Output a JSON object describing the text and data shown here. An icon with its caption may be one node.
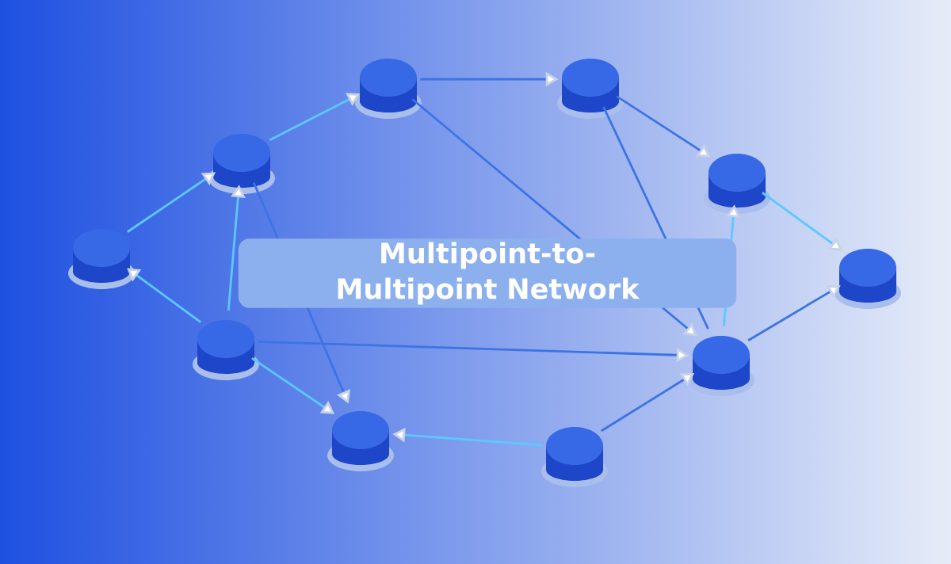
{
  "diagram": {
    "title": "Multipoint-to-Multipoint Network",
    "nodes": [
      {
        "text": [],
        "shape": "cylinder"
      },
      {
        "text": [],
        "shape": "cylinder"
      },
      {
        "text": [],
        "shape": "cylinder"
      },
      {
        "text": [],
        "shape": "cylinder"
      },
      {
        "text": [],
        "shape": "cylinder"
      },
      {
        "text": [],
        "shape": "cylinder"
      },
      {
        "text": [],
        "shape": "cylinder"
      },
      {
        "text": [],
        "shape": "cylinder"
      },
      {
        "text": [],
        "shape": "cylinder"
      },
      {
        "text": [],
        "shape": "cylinder"
      }
    ],
    "edges": [
      {
        "from": 0,
        "to": 1,
        "arrow": "to"
      },
      {
        "from": 2,
        "to": 0,
        "arrow": "to",
        "color": "#5cc8ff"
      },
      {
        "from": 1,
        "to": 3,
        "arrow": "to"
      },
      {
        "from": 4,
        "to": 2,
        "arrow": "to",
        "color": "#5cc8ff"
      },
      {
        "from": 3,
        "to": 5,
        "arrow": "to",
        "color": "#5cc8ff"
      },
      {
        "from": 0,
        "to": 7,
        "arrow": "to"
      },
      {
        "from": 1,
        "to": 7,
        "arrow": "none"
      },
      {
        "from": 7,
        "to": 3,
        "arrow": "to",
        "color": "#5cc8ff"
      },
      {
        "from": 7,
        "to": 5,
        "arrow": "to"
      },
      {
        "from": 6,
        "to": 2,
        "arrow": "to",
        "color": "#5cc8ff"
      },
      {
        "from": 6,
        "to": 4,
        "arrow": "to",
        "color": "#5cc8ff"
      },
      {
        "from": 2,
        "to": 8,
        "arrow": "to"
      },
      {
        "from": 6,
        "to": 7,
        "arrow": "to"
      },
      {
        "from": 6,
        "to": 8,
        "arrow": "to",
        "color": "#5cc8ff"
      },
      {
        "from": 9,
        "to": 8,
        "arrow": "to",
        "color": "#5cc8ff"
      },
      {
        "from": 9,
        "to": 7,
        "arrow": "to"
      }
    ]
  }
}
